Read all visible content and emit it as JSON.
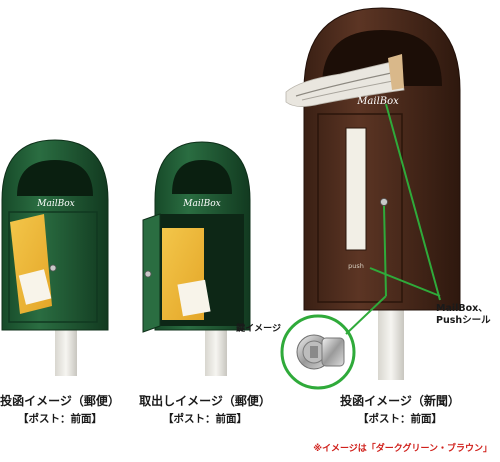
{
  "boxes": [
    {
      "caption": "投函イメージ（郵便）",
      "subcaption": "【ポスト：前面】"
    },
    {
      "caption": "取出しイメージ（郵便）",
      "subcaption": "【ポスト：前面】"
    },
    {
      "caption": "投函イメージ（新聞）",
      "subcaption": "【ポスト：前面】"
    }
  ],
  "labels": {
    "box_logo": "MailBox",
    "push_text": "push",
    "callout_line1": "MailBox、",
    "callout_line2": "Pushシール",
    "key_image_label": "鍵イメージ"
  },
  "note": "※イメージは「ダークグリーン・ブラウン」",
  "colors": {
    "dark_green": "#1f5a33",
    "brown": "#4a2a1c",
    "callout_green": "#2faa3a",
    "note_red": "#d0201b"
  }
}
